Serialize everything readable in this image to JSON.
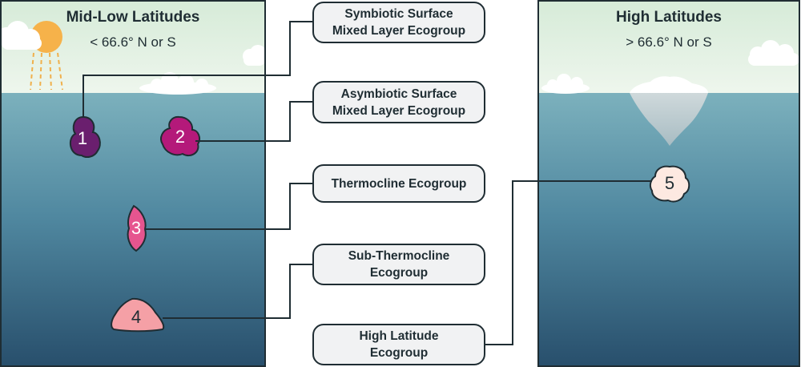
{
  "left_panel": {
    "title": "Mid-Low Latitudes",
    "subtitle": "< 66.6° N or S"
  },
  "right_panel": {
    "title": "High Latitudes",
    "subtitle": "> 66.6° N or S"
  },
  "ecogroups": [
    {
      "number": "1",
      "line1": "Symbiotic Surface",
      "line2": "Mixed Layer Ecogroup",
      "color": "#6a1f6e"
    },
    {
      "number": "2",
      "line1": "Asymbiotic Surface",
      "line2": "Mixed Layer Ecogroup",
      "color": "#b4197a"
    },
    {
      "number": "3",
      "line1": "Thermocline Ecogroup",
      "line2": "",
      "color": "#e6558f"
    },
    {
      "number": "4",
      "line1": "Sub-Thermocline",
      "line2": "Ecogroup",
      "color": "#f5a0a6"
    },
    {
      "number": "5",
      "line1": "High Latitude",
      "line2": "Ecogroup",
      "color": "#fde9e1"
    }
  ],
  "colors": {
    "sky_top": "#d6ebd8",
    "sky_bottom": "#eaf4ea",
    "sea_top": "#78aebb",
    "sea_bottom": "#2a5672",
    "sun": "#f6b24a",
    "outline": "#1f2d33",
    "box_fill": "#f1f2f3"
  }
}
